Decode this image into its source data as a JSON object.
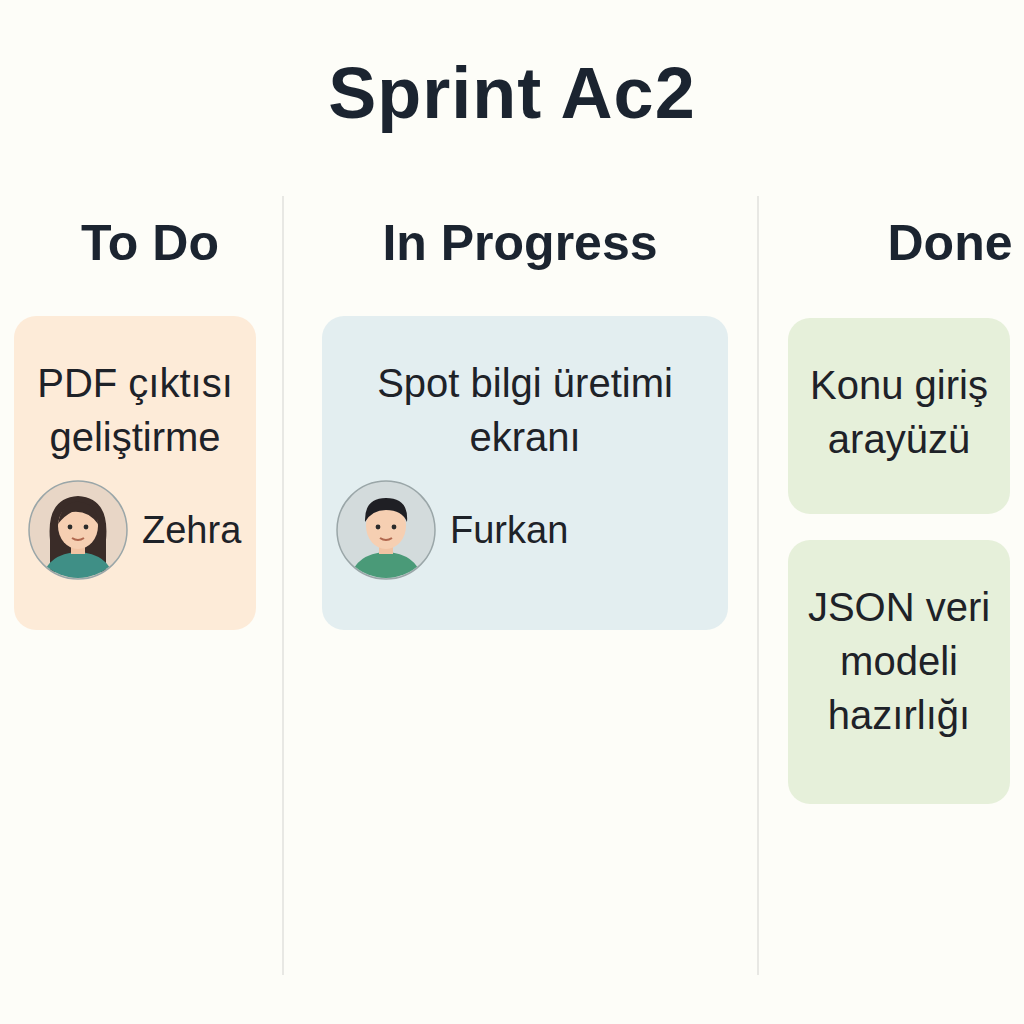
{
  "diagram": {
    "title": "Sprint Ac2",
    "nodes": [
      {
        "text": [
          "PDF çıktısı geliştirme",
          "Zehra"
        ]
      },
      {
        "text": [
          "Spot bilgi üretimi ekranı",
          "Furkan"
        ]
      },
      {
        "text": [
          "Konu giriş arayüzü"
        ]
      },
      {
        "text": [
          "JSON veri modeli hazırlığı"
        ]
      }
    ],
    "labels": [
      "To Do",
      "In Progress",
      "Done"
    ]
  }
}
